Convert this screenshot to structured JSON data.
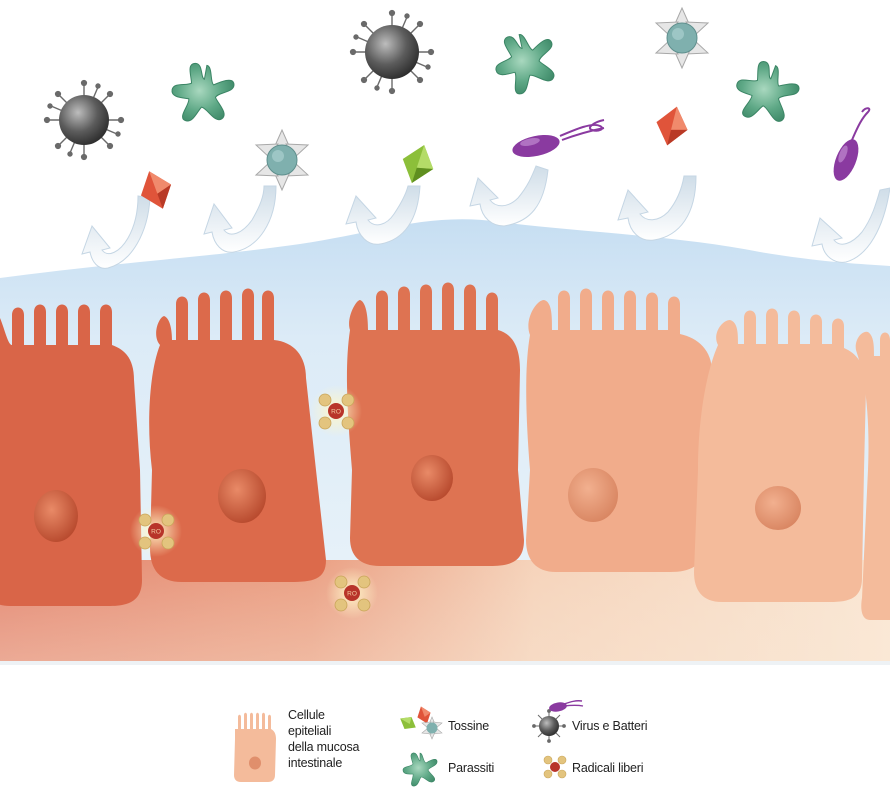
{
  "legend": {
    "cells": "Cellule\nepiteliali\ndella mucosa\nintestinale",
    "toxins": "Tossine",
    "parasites": "Parassiti",
    "virus_bacteria": "Virus e Batteri",
    "free_radicals": "Radicali liberi"
  },
  "radical_symbol": "RO",
  "colors": {
    "cell_dark": "#d96a4a",
    "cell_light": "#f3b896",
    "mucus": "#d8eaf7",
    "toxin_red": "#e0543a",
    "toxin_green": "#8cbf3a",
    "parasite": "#5aa581",
    "bacteria": "#8a3aa0",
    "virus": "#3c3c3c",
    "radical": "#e9cc8a"
  },
  "icons": [
    "epithelial-cell-icon",
    "toxin-icon",
    "parasite-icon",
    "virus-icon",
    "bacteria-icon",
    "free-radical-icon"
  ]
}
